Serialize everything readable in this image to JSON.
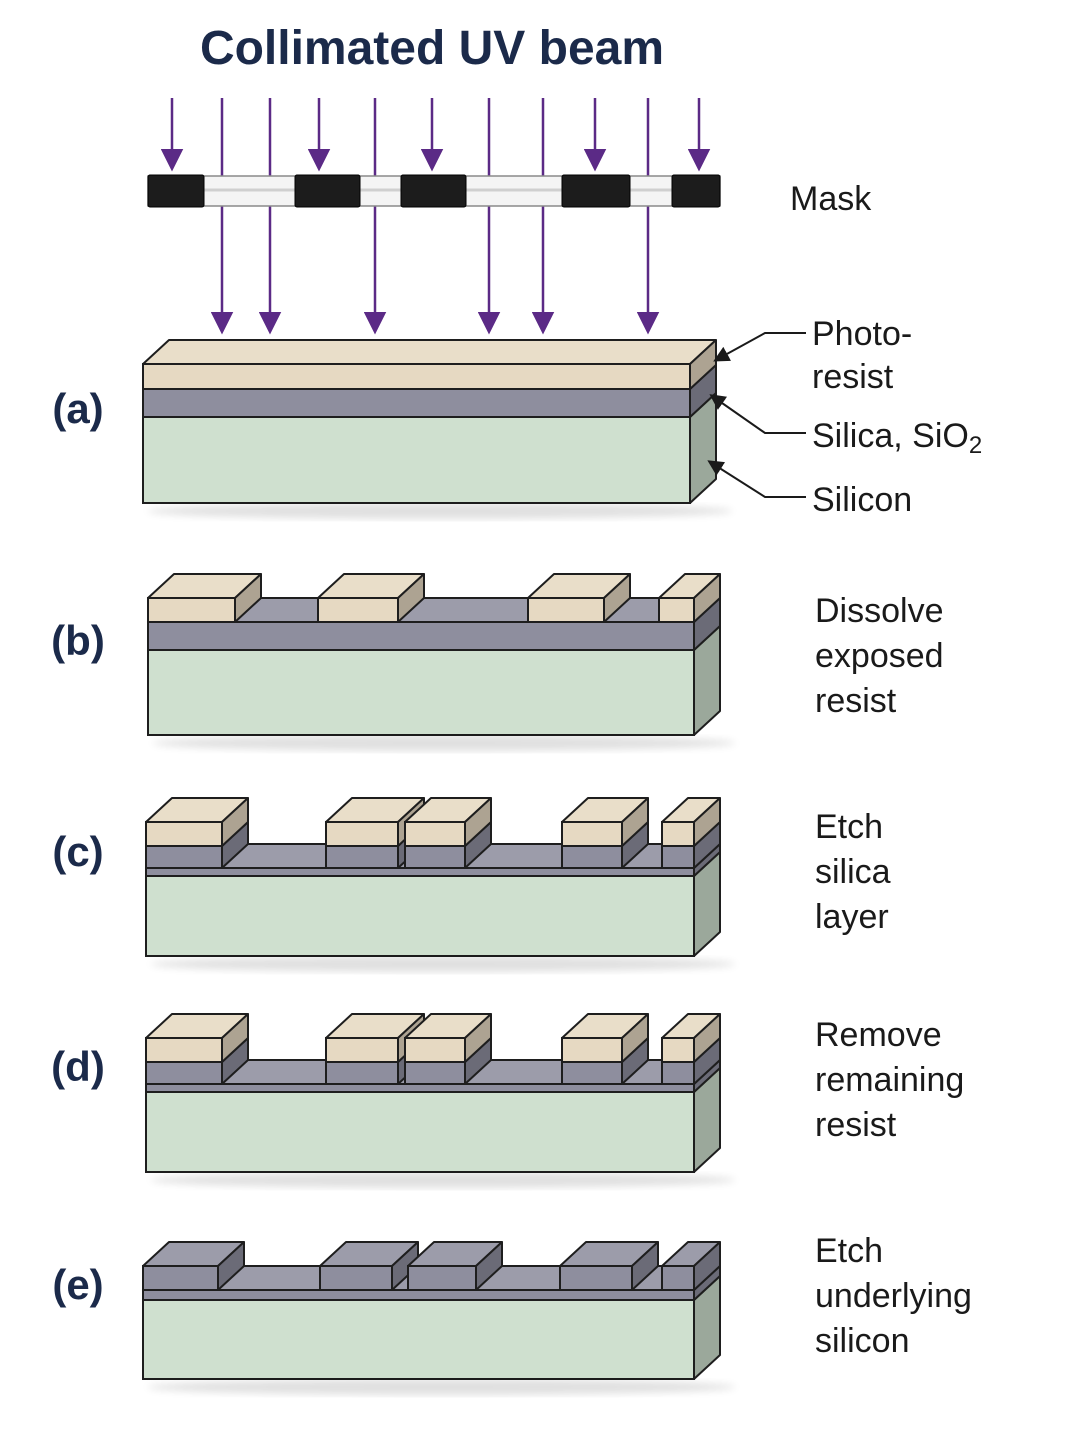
{
  "title": "Collimated UV beam",
  "mask_label": "Mask",
  "layer_labels": {
    "photoresist_line1": "Photo-",
    "photoresist_line2": "resist",
    "silica_main": "Silica, SiO",
    "silica_sub": "2",
    "silicon": "Silicon"
  },
  "steps": [
    {
      "label": "(a)",
      "lines": []
    },
    {
      "label": "(b)",
      "lines": [
        "Dissolve",
        "exposed",
        "resist"
      ]
    },
    {
      "label": "(c)",
      "lines": [
        "Etch",
        "silica",
        "layer"
      ]
    },
    {
      "label": "(d)",
      "lines": [
        "Remove",
        "remaining",
        "resist"
      ]
    },
    {
      "label": "(e)",
      "lines": [
        "Etch",
        "underlying",
        "silicon"
      ]
    }
  ],
  "colors": {
    "title": "#1b2a4a",
    "beam": "#5b2a86",
    "mask": "#1c1c1c",
    "photoresist": "#e6d9c2",
    "silica": "#8e8e9e",
    "silicon": "#cfe0cf"
  }
}
